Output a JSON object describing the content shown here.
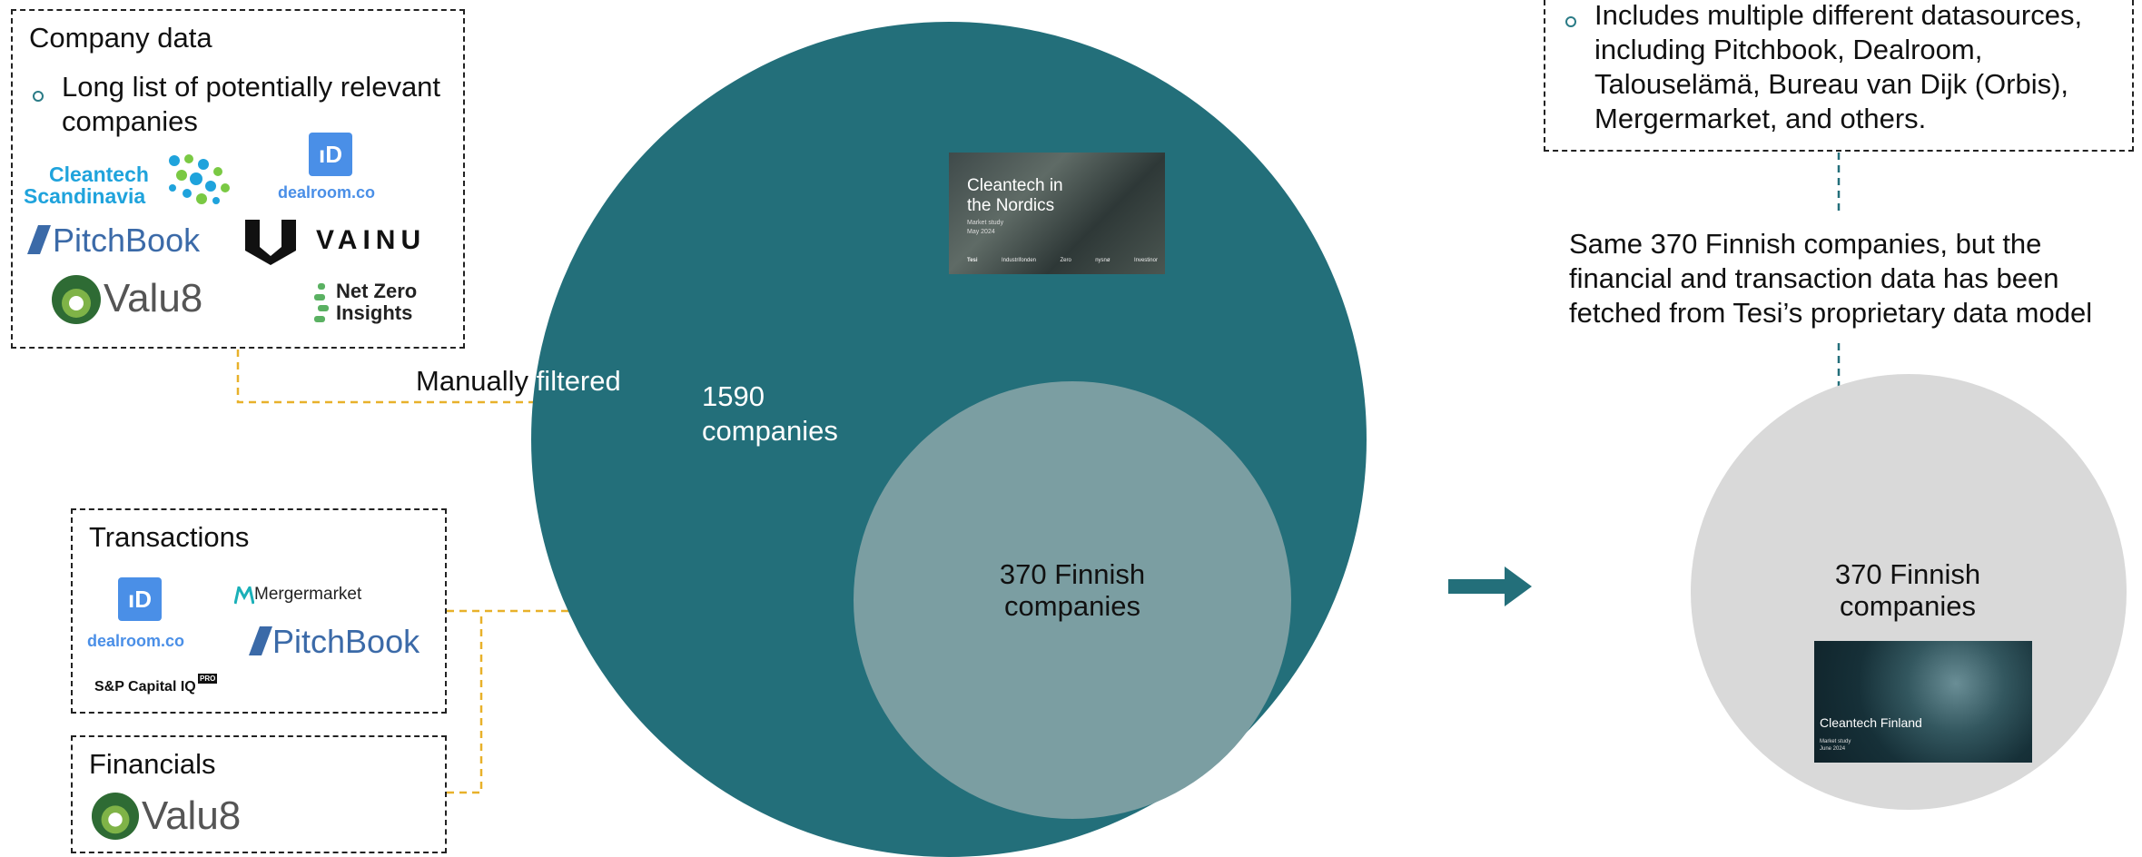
{
  "company_box": {
    "title": "Company data",
    "bullet": "Long list of potentially relevant companies",
    "logos": {
      "cleantech_line1": "Cleantech",
      "cleantech_line2": "Scandinavia",
      "dealroom": "dealroom.co",
      "pitchbook": "PitchBook",
      "vainu": "VAINU",
      "valu8": "Valu8",
      "netzero_line1": "Net Zero",
      "netzero_line2": "Insights"
    }
  },
  "transactions_box": {
    "title": "Transactions",
    "logos": {
      "dealroom": "dealroom.co",
      "mergermarket": "Mergermarket",
      "pitchbook": "PitchBook",
      "spcapital": "S&P Capital IQ",
      "spcapital_pro": "PRO"
    }
  },
  "financials_box": {
    "title": "Financials",
    "logos": {
      "valu8": "Valu8"
    }
  },
  "flow": {
    "manually": "Manually",
    "filtered": "filtered",
    "count_line1": "1590",
    "count_line2": "companies"
  },
  "big_circle": {
    "inner_line1": "370 Finnish",
    "inner_line2": "companies",
    "thumb_title_line1": "Cleantech in",
    "thumb_title_line2": "the Nordics",
    "thumb_sub1": "Market study",
    "thumb_sub2": "May 2024",
    "thumb_footer": [
      "Tesi",
      "Industrifonden",
      "Zero",
      "nysnø",
      "Investinor"
    ]
  },
  "right_box": {
    "bullet": "Includes multiple different datasources, including Pitchbook, Dealroom, Talouselämä, Bureau van Dijk (Orbis), Mergermarket, and others.",
    "bullet_lines": [
      "Includes multiple different datasources,",
      "including Pitchbook, Dealroom,",
      "Talouselämä, Bureau van Dijk (Orbis),",
      "Mergermarket, and others."
    ]
  },
  "right_note": {
    "lines": [
      "Same 370 Finnish companies, but the",
      "financial and transaction data has been",
      "fetched from Tesi’s proprietary data model"
    ]
  },
  "right_circle": {
    "line1": "370 Finnish",
    "line2": "companies",
    "thumb_title": "Cleantech Finland",
    "thumb_sub1": "Market study",
    "thumb_sub2": "June 2024"
  },
  "colors": {
    "teal": "#236f7a",
    "light_teal": "#7b9ea2",
    "grey_circle": "#d9d9d9",
    "dashed_yellow": "#e8b12a",
    "bullet": "#2a7b86",
    "pitchbook": "#3b6aa8",
    "dealroom": "#4a8fe7",
    "cleantech": "#1fa3dc",
    "valu8_green": "#2e6b34",
    "netzero_green": "#5ab162"
  }
}
